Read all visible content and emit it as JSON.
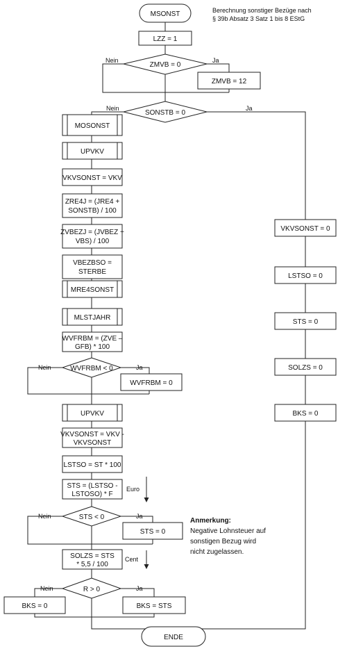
{
  "header": {
    "start": "MSONST",
    "description_line1": "Berechnung sonstiger Bezüge nach",
    "description_line2": "§ 39b Absatz 3 Satz 1 bis 8 EStG"
  },
  "steps": {
    "lzz": "LZZ = 1",
    "zmvb_cond": "ZMVB = 0",
    "zmvb_set": "ZMVB = 12",
    "sonstb_cond": "SONSTB = 0",
    "mosonst": "MOSONST",
    "upvkv1": "UPVKV",
    "vkvsonst1": "VKVSONST = VKV",
    "zre4j_1": "ZRE4J = (JRE4 +",
    "zre4j_2": "SONSTB) / 100",
    "zvbezj_1": "ZVBEZJ = (JVBEZ +",
    "zvbezj_2": "VBS) / 100",
    "vbezbso_1": "VBEZBSO =",
    "vbezbso_2": "STERBE",
    "mre4sonst": "MRE4SONST",
    "mlstjahr": "MLSTJAHR",
    "wvfrbm1_1": "WVFRBM = (ZVE –",
    "wvfrbm1_2": "GFB) * 100",
    "wvfrbm_cond": "WVFRBM < 0",
    "wvfrbm_set": "WVFRBM = 0",
    "upvkv2": "UPVKV",
    "vkvsonst2_1": "VKVSONST = VKV -",
    "vkvsonst2_2": "VKVSONST",
    "lstso": "LSTSO = ST * 100",
    "sts_1": "STS = (LSTSO -",
    "sts_2": "LSTOSO) * F",
    "sts_cond": "STS < 0",
    "sts_set": "STS = 0",
    "solzs_1": "SOLZS = STS",
    "solzs_2": "* 5,5 / 100",
    "r_cond": "R > 0",
    "bks_zero": "BKS = 0",
    "bks_sts": "BKS = STS",
    "end": "ENDE"
  },
  "right_branch": {
    "vkvsonst": "VKVSONST = 0",
    "lstso": "LSTSO = 0",
    "sts": "STS = 0",
    "solzs": "SOLZS = 0",
    "bks": "BKS = 0"
  },
  "labels": {
    "nein": "Nein",
    "ja": "Ja",
    "euro": "Euro",
    "cent": "Cent"
  },
  "note": {
    "title": "Anmerkung:",
    "line1": "Negative Lohnsteuer auf",
    "line2": "sonstigen Bezug wird",
    "line3": "nicht zugelassen."
  }
}
